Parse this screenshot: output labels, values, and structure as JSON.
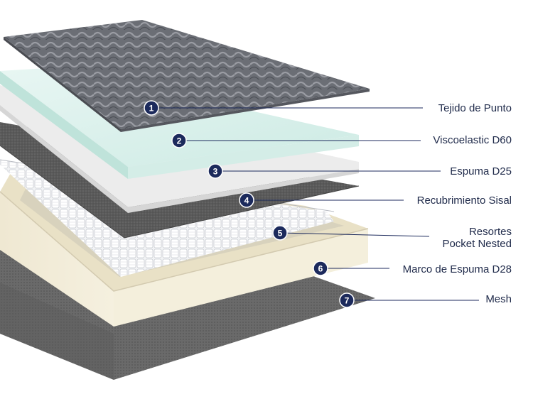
{
  "colors": {
    "marker": "#1c2a5c",
    "leader_line": "#1c2a5c",
    "label_text": "#1f2a4a"
  },
  "layers": [
    {
      "number": "1",
      "label": "Tejido de Punto"
    },
    {
      "number": "2",
      "label": "Viscoelastic D60"
    },
    {
      "number": "3",
      "label": "Espuma D25"
    },
    {
      "number": "4",
      "label": "Recubrimiento Sisal"
    },
    {
      "number": "5",
      "label": "Resortes",
      "label_line2": "Pocket Nested"
    },
    {
      "number": "6",
      "label": "Marco de Espuma D28"
    },
    {
      "number": "7",
      "label": "Mesh"
    }
  ]
}
